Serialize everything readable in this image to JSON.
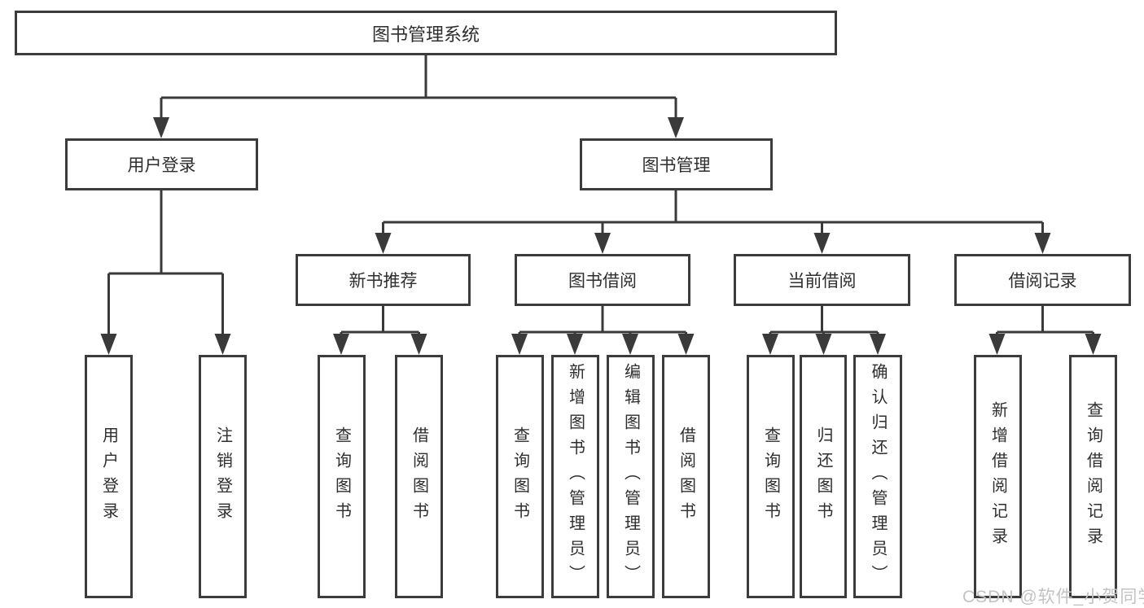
{
  "diagram": {
    "type": "functional-structure-tree",
    "tree": {
      "label": "图书管理系统",
      "children": [
        {
          "label": "用户登录",
          "children": [
            {
              "label": "用户登录"
            },
            {
              "label": "注销登录"
            }
          ]
        },
        {
          "label": "图书管理",
          "children": [
            {
              "label": "新书推荐",
              "children": [
                {
                  "label": "查询图书"
                },
                {
                  "label": "借阅图书"
                }
              ]
            },
            {
              "label": "图书借阅",
              "children": [
                {
                  "label": "查询图书"
                },
                {
                  "label": "新增图书（管理员）"
                },
                {
                  "label": "编辑图书（管理员）"
                },
                {
                  "label": "借阅图书"
                }
              ]
            },
            {
              "label": "当前借阅",
              "children": [
                {
                  "label": "查询图书"
                },
                {
                  "label": "归还图书"
                },
                {
                  "label": "确认归还（管理员）"
                }
              ]
            },
            {
              "label": "借阅记录",
              "children": [
                {
                  "label": "新增借阅记录"
                },
                {
                  "label": "查询借阅记录"
                }
              ]
            }
          ]
        }
      ]
    },
    "watermark": {
      "text": "CSDN @软件_小贺同学"
    },
    "colors": {
      "line": "#3a3a3a",
      "border": "#3c3c3c",
      "text": "#2e2e2e",
      "watermark": "#c3c3c3",
      "background": "#ffffff"
    }
  }
}
